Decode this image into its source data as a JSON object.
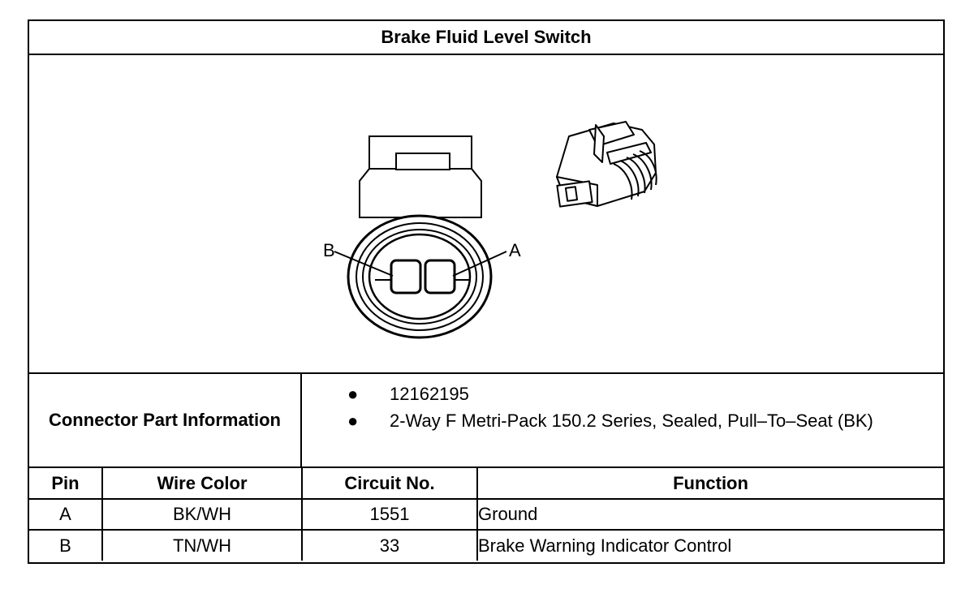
{
  "title": "Brake Fluid Level Switch",
  "drawing": {
    "pin_label_b": "B",
    "pin_label_a": "A"
  },
  "connector_info": {
    "label": "Connector Part Information",
    "items": [
      "12162195",
      "2-Way F Metri-Pack 150.2 Series, Sealed, Pull–To–Seat (BK)"
    ]
  },
  "pin_table": {
    "headers": [
      "Pin",
      "Wire Color",
      "Circuit No.",
      "Function"
    ],
    "rows": [
      [
        "A",
        "BK/WH",
        "1551",
        "Ground"
      ],
      [
        "B",
        "TN/WH",
        "33",
        "Brake Warning Indicator Control"
      ]
    ]
  }
}
